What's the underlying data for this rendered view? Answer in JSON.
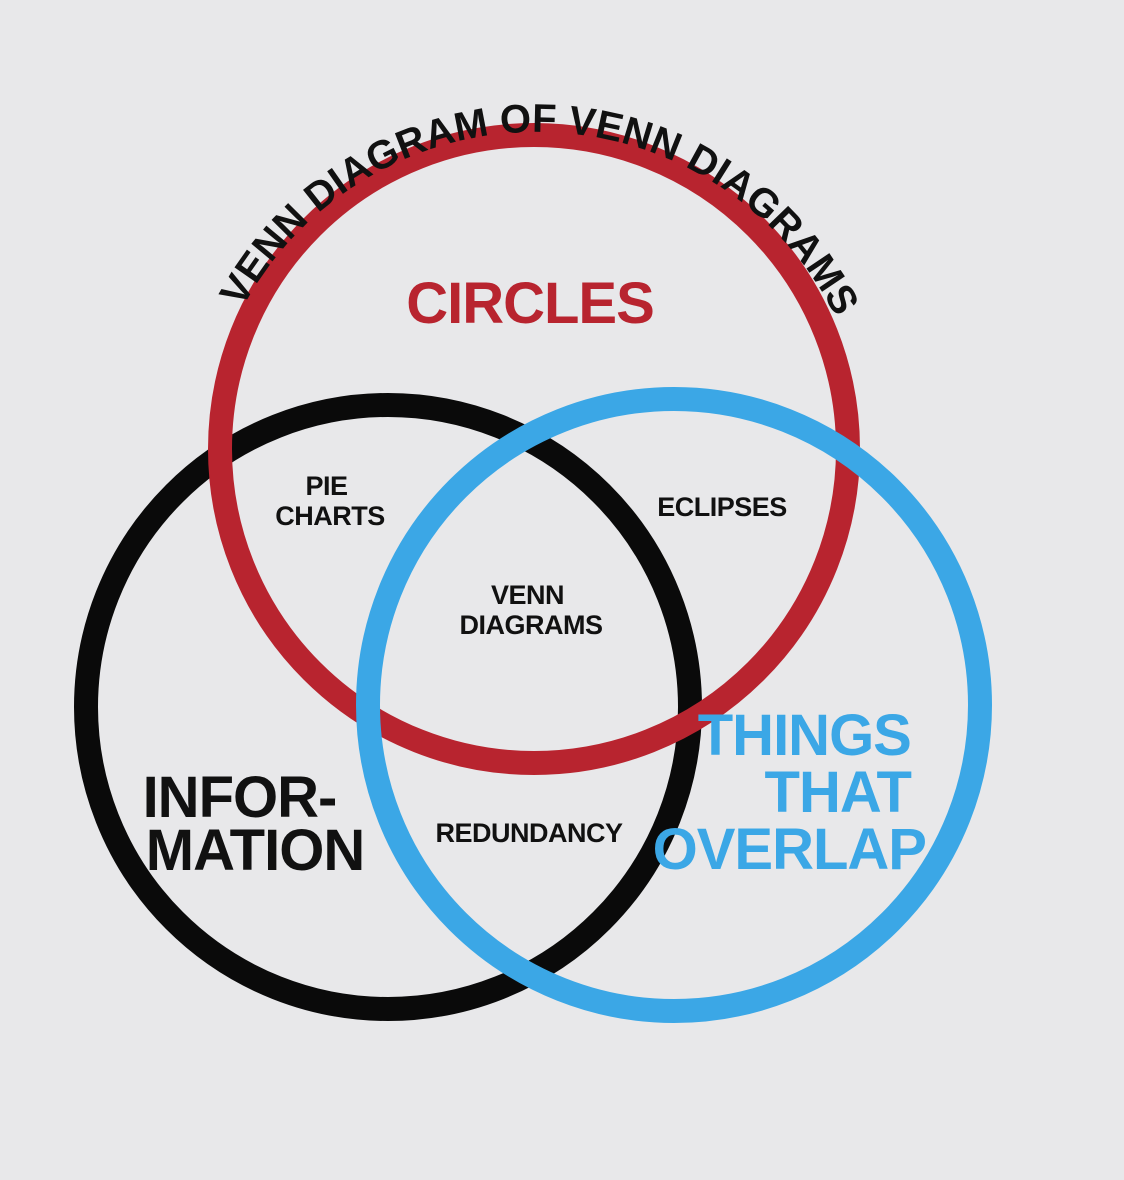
{
  "title": "VENN DIAGRAM OF VENN DIAGRAMS",
  "colors": {
    "background": "#e8e8ea",
    "circles": "#b8242f",
    "information": "#0a0a0a",
    "overlap": "#3ba7e6",
    "text": "#111111"
  },
  "sets": {
    "circles": {
      "label": "CIRCLES"
    },
    "information": {
      "lines": [
        "INFOR-",
        "MATION"
      ]
    },
    "overlap": {
      "lines": [
        "THINGS",
        "THAT",
        "OVERLAP"
      ]
    }
  },
  "intersections": {
    "circles_information": [
      "PIE",
      "CHARTS"
    ],
    "circles_overlap": [
      "ECLIPSES"
    ],
    "information_overlap": [
      "REDUNDANCY"
    ],
    "all": [
      "VENN",
      "DIAGRAMS"
    ]
  }
}
